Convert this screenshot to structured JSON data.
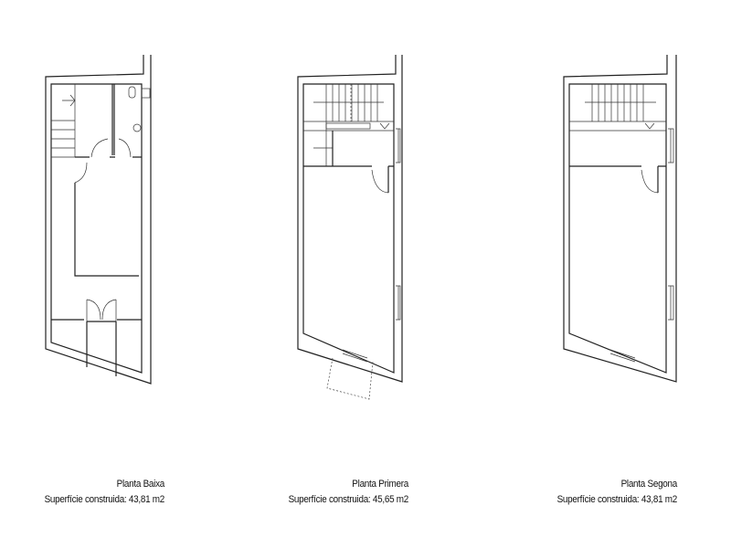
{
  "plans": [
    {
      "title": "Planta Baixa",
      "area": "Superfície construida: 43,81 m2"
    },
    {
      "title": "Planta Primera",
      "area": "Superfície construida: 45,65 m2"
    },
    {
      "title": "Planta Segona",
      "area": "Superfície construida: 43,81 m2"
    }
  ]
}
